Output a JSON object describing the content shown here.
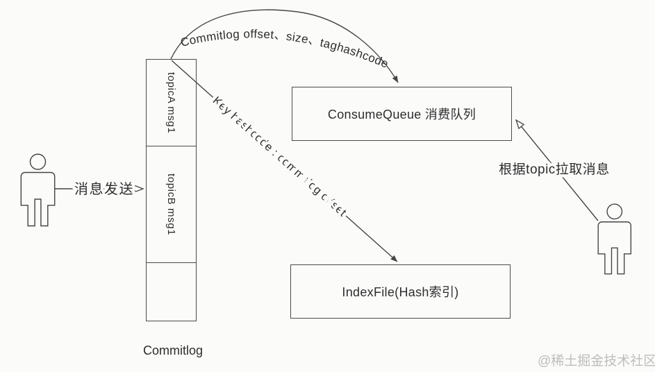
{
  "palette": {
    "background": "#fbfbfa",
    "line_ink": "#454545",
    "text_color": "#2d2d2d",
    "watermark_color": "#bdbdbd"
  },
  "commitlog": {
    "label": "Commitlog",
    "segments": [
      {
        "label": "topicA msg1"
      },
      {
        "label": "topicB msg1"
      },
      {
        "label": ""
      }
    ]
  },
  "boxes": {
    "consume_queue_label": "ConsumeQueue 消费队列",
    "index_file_label": "IndexFile(Hash索引)"
  },
  "arrows": {
    "send_label": "消息发送",
    "offset_label": "Commitlog offset、size、taghashcode",
    "key_hash_label": "Key hashcode : commitlog offset",
    "pull_label": "根据topic拉取消息"
  },
  "watermark": "@稀土掘金技术社区"
}
